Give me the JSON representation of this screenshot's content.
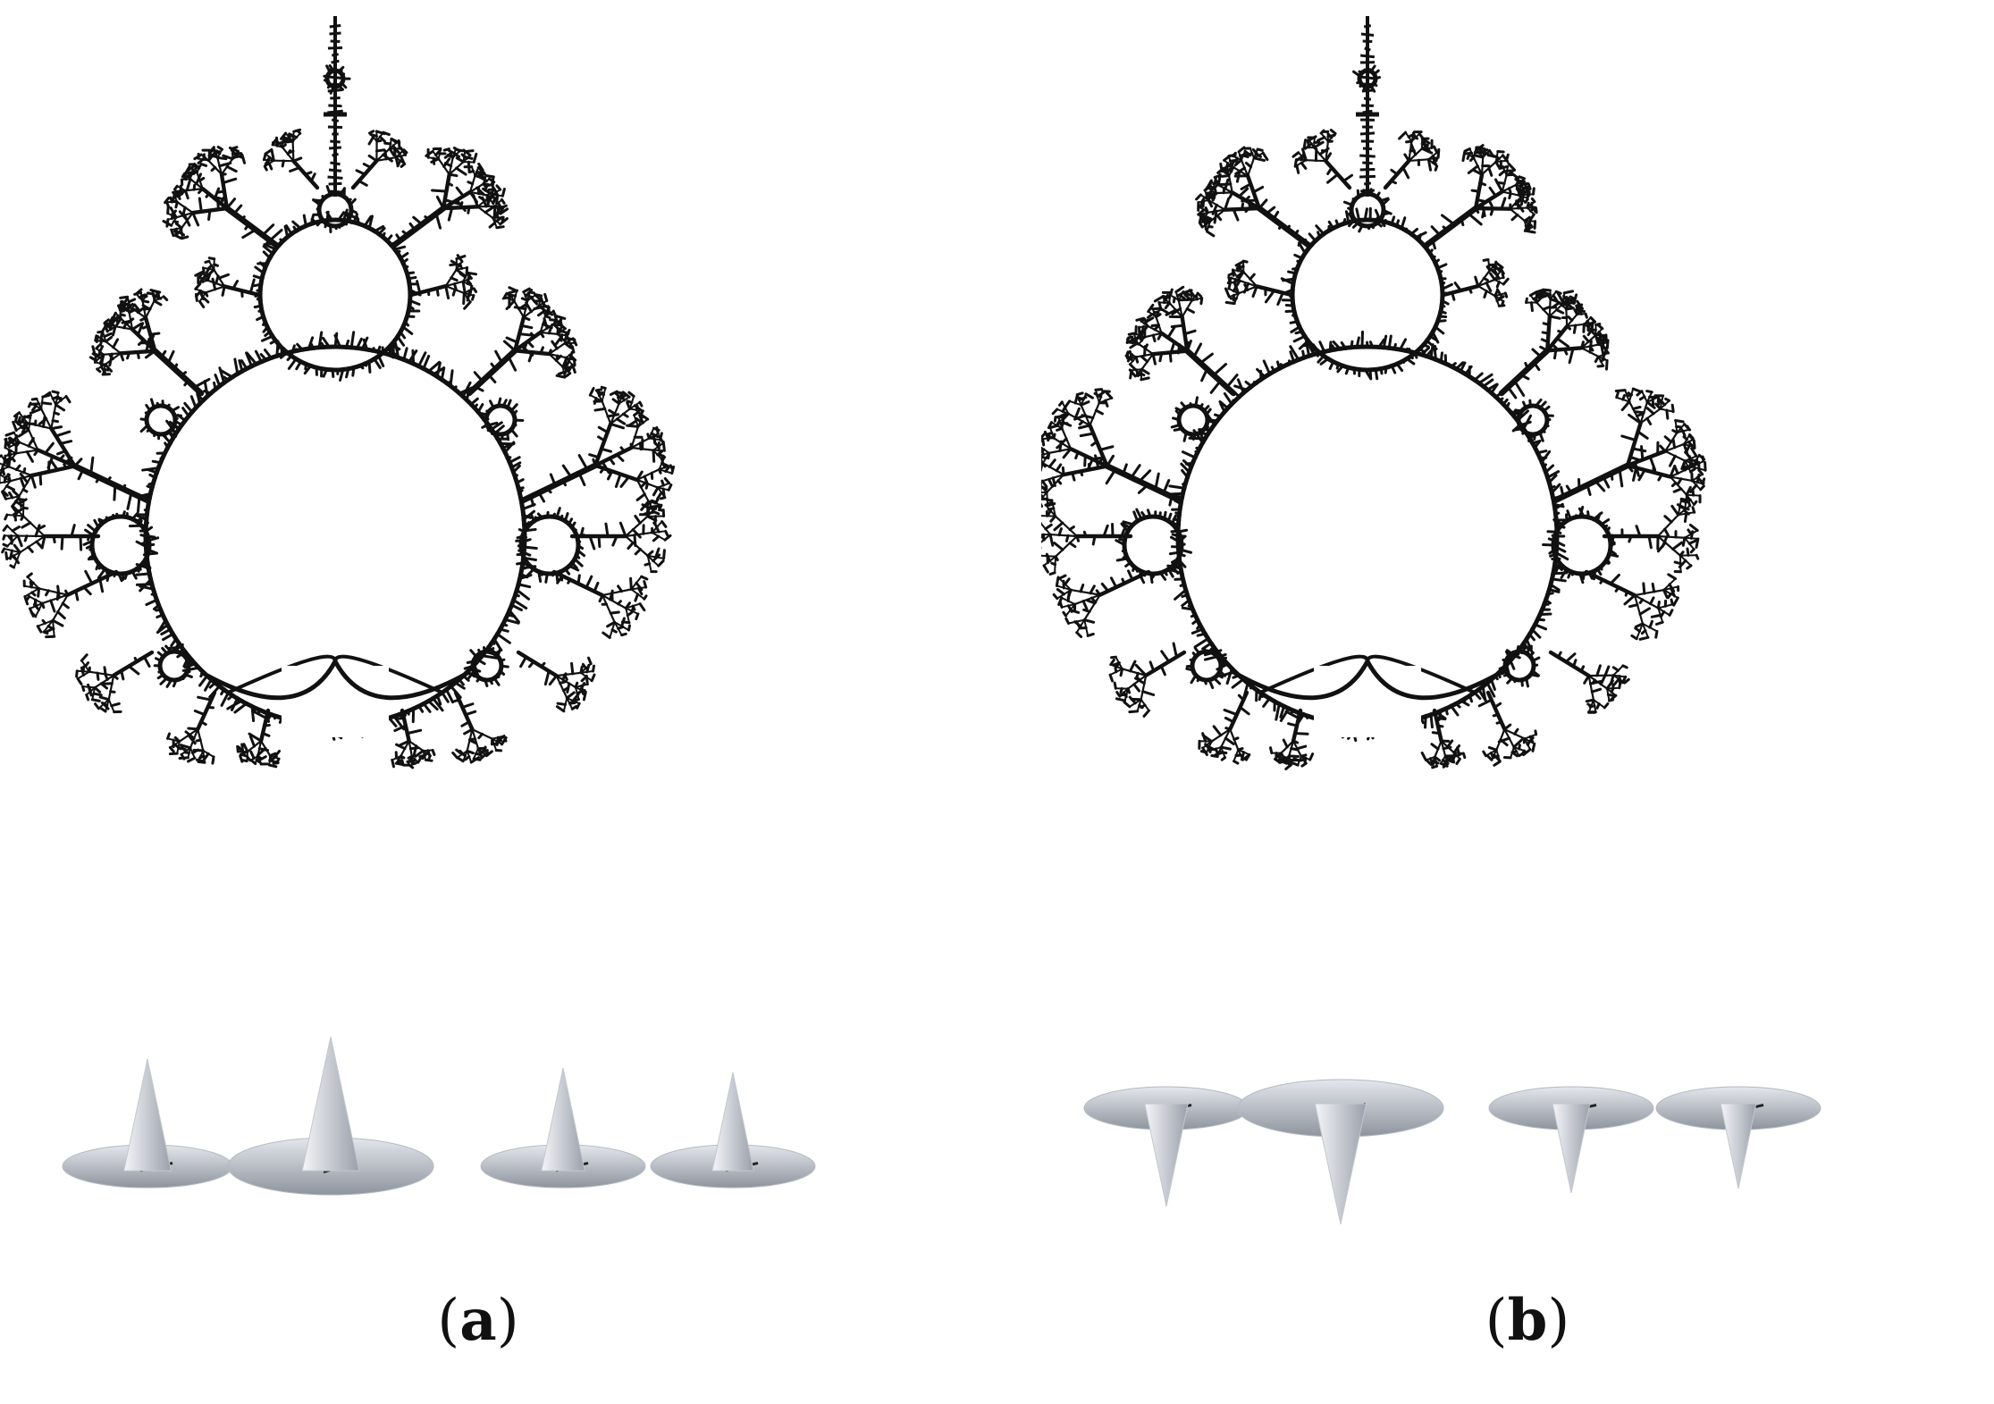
{
  "figure": {
    "panels": [
      {
        "id": "a",
        "caption_open": "(",
        "caption_label": "a",
        "caption_close": ")",
        "spike_direction": "up"
      },
      {
        "id": "b",
        "caption_open": "(",
        "caption_label": "b",
        "caption_close": ")",
        "spike_direction": "down"
      }
    ],
    "colors": {
      "fractal": "#111111",
      "disc_light": "#e4e7ec",
      "disc_dark": "#8e949e",
      "background": "#ffffff"
    }
  }
}
